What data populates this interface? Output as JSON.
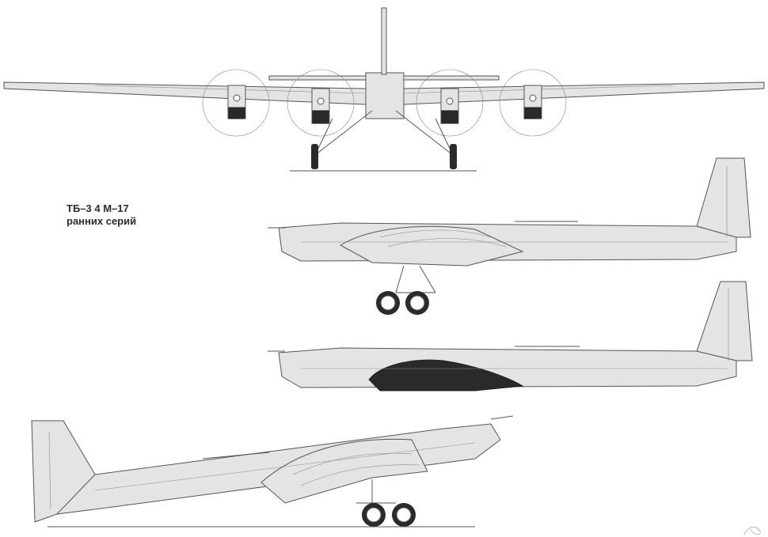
{
  "caption": {
    "line1": "ТБ–3 4 М–17",
    "line2": "ранних серий"
  },
  "views": [
    "front-view",
    "side-view-left",
    "side-view-left-camouflage",
    "side-view-right-perspective"
  ],
  "colors": {
    "line": "#555555",
    "fuselage": "#e4e4e4",
    "wing_root_dark": "#2a2a2a"
  }
}
